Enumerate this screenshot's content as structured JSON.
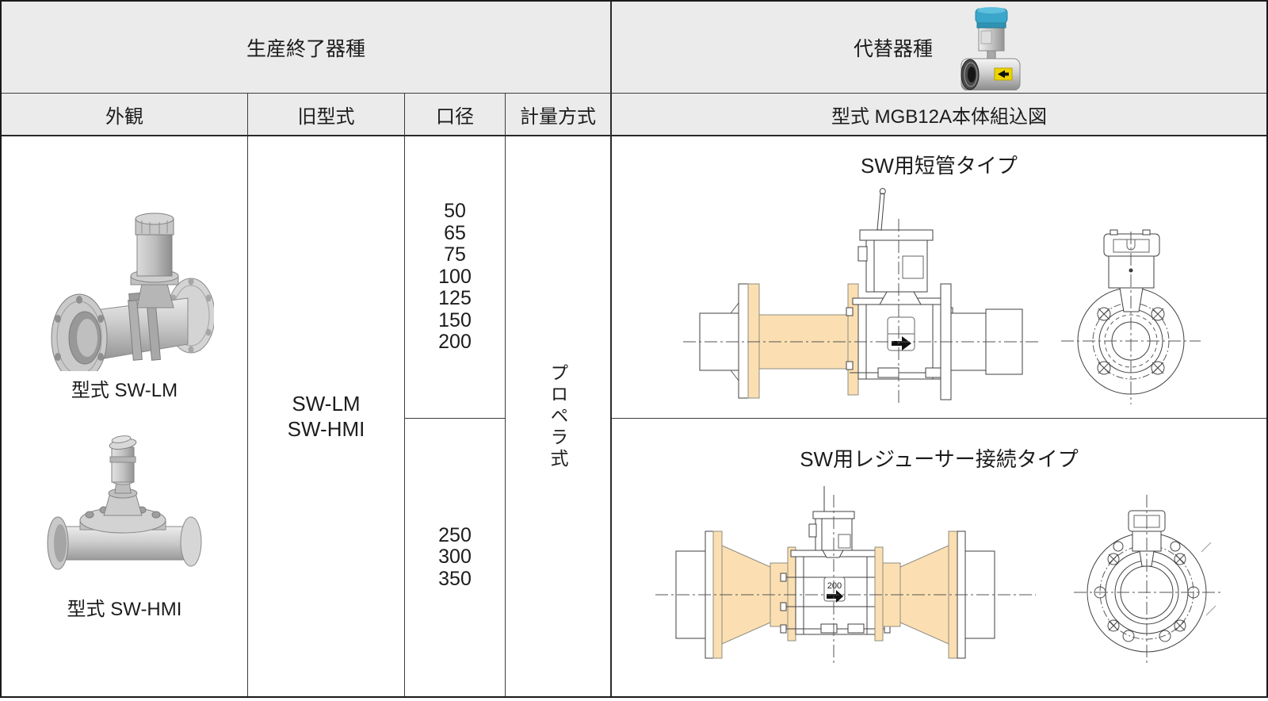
{
  "table": {
    "discontinued_header": "生産終了器種",
    "replacement_header": "代替器種",
    "col_appearance": "外観",
    "col_old_model": "旧型式",
    "col_diameter": "口径",
    "col_metering": "計量方式",
    "col_diagram": "型式 MGB12A本体組込図"
  },
  "products": [
    {
      "caption": "型式 SW-LM"
    },
    {
      "caption": "型式 SW-HMI"
    }
  ],
  "old_models": [
    "SW-LM",
    "SW-HMI"
  ],
  "diameters_small": [
    "50",
    "65",
    "75",
    "100",
    "125",
    "150",
    "200"
  ],
  "diameters_large": [
    "250",
    "300",
    "350"
  ],
  "metering_method": "プロペラ式",
  "sections": [
    {
      "title": "SW用短管タイプ",
      "flow_label": ""
    },
    {
      "title": "SW用レジューサー接続タイプ",
      "flow_label": "200"
    }
  ],
  "icons": {
    "replacement_product": "flow-meter-product-photo",
    "flow_direction": "right-arrow",
    "product_label": "yellow-left-arrow-label"
  },
  "colors": {
    "header_bg": "#ebebeb",
    "pipe_tan": "#fbdfb2",
    "drawing_line": "#424242",
    "blue_cap": "#3aa6c9",
    "label_yellow": "#edd400"
  }
}
